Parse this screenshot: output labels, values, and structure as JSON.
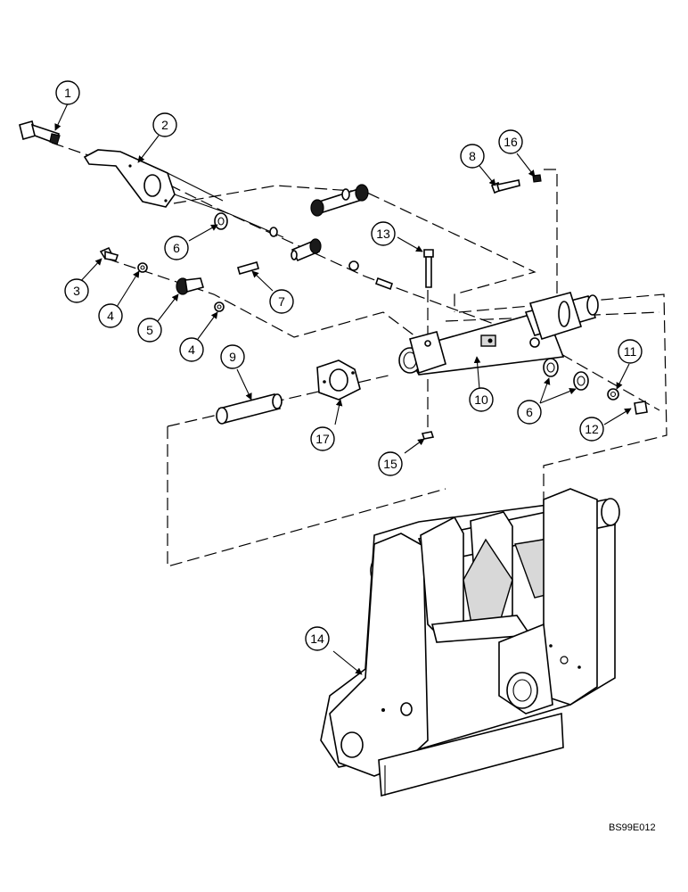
{
  "drawing_ref": "BS99E012",
  "callouts": {
    "c1": "1",
    "c2": "2",
    "c3": "3",
    "c4a": "4",
    "c4b": "4",
    "c5": "5",
    "c6a": "6",
    "c6b": "6",
    "c7": "7",
    "c8": "8",
    "c9": "9",
    "c10": "10",
    "c11": "11",
    "c12": "12",
    "c13": "13",
    "c14": "14",
    "c15": "15",
    "c16": "16",
    "c17": "17"
  }
}
